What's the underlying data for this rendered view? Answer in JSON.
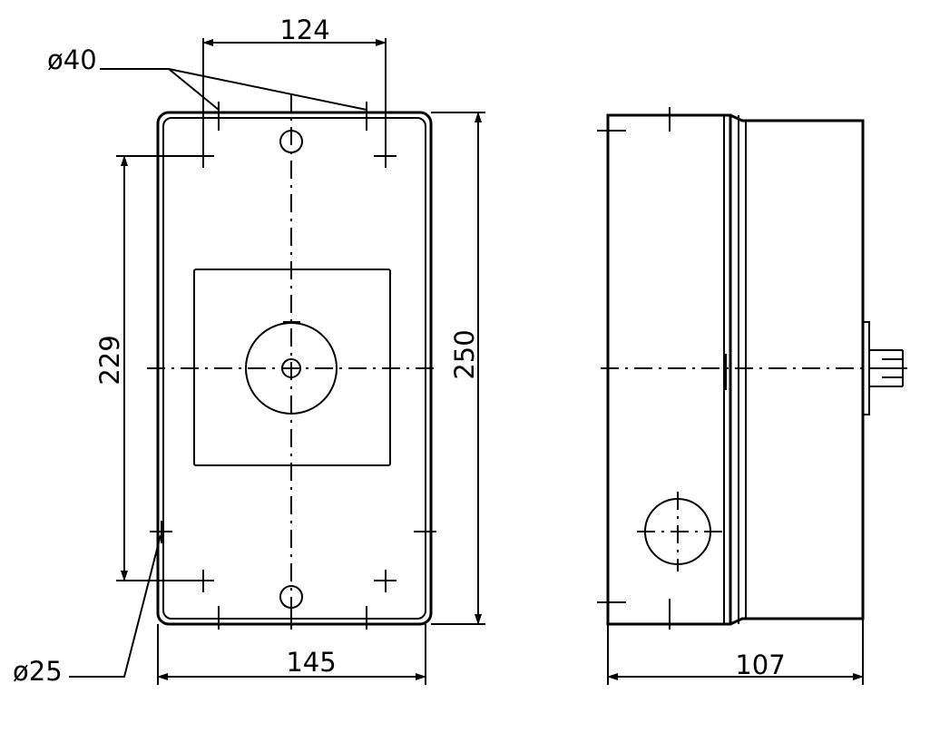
{
  "dimensions": {
    "top_hole_spacing": "124",
    "bolt_hole_diameter": "ø40",
    "mounting_height": "229",
    "overall_height": "250",
    "overall_width": "145",
    "gland_hole_diameter": "ø25",
    "depth": "107"
  },
  "colors": {
    "line": "#000000",
    "background": "#ffffff"
  }
}
